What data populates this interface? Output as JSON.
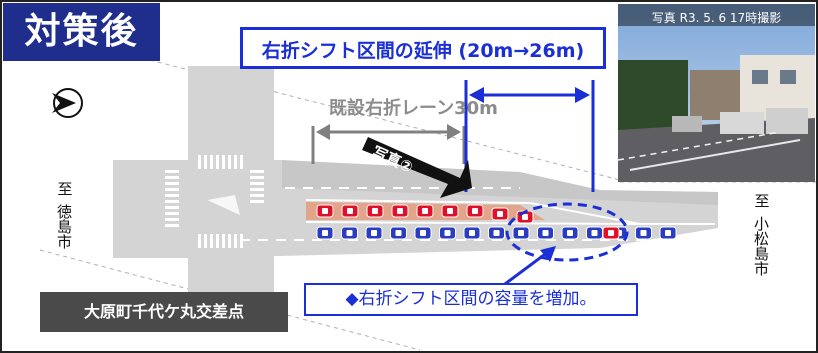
{
  "badge": {
    "text": "対策後",
    "color": "#1f2e8c"
  },
  "headline": {
    "text": "右折シフト区間の延伸 (20m→26m)",
    "color": "#1a2fd6"
  },
  "photo": {
    "caption": "写真 R3. 5. 6 17時撮影"
  },
  "existing_lane": {
    "text": "既設右折レーン30m"
  },
  "photo_marker": {
    "text": "写真②"
  },
  "direction_left": {
    "to": "至",
    "place": "徳島市"
  },
  "direction_right": {
    "to": "至",
    "place": "小松島市"
  },
  "intersection": {
    "text": "大原町千代ケ丸交差点"
  },
  "capacity": {
    "text": "◆右折シフト区間の容量を増加。"
  },
  "icons": [
    "compass-arrow-icon",
    "dimension-arrow-icon",
    "photo-direction-arrow-icon",
    "pointer-arrow-icon"
  ],
  "colors": {
    "accent_blue": "#1a2fd6",
    "car_red": "#e0102a",
    "car_blue": "#2a3cc0",
    "road": "#d6d6d6",
    "lane_red": "#e2a58a"
  },
  "cars": {
    "red_row": 9,
    "blue_row": 16
  }
}
